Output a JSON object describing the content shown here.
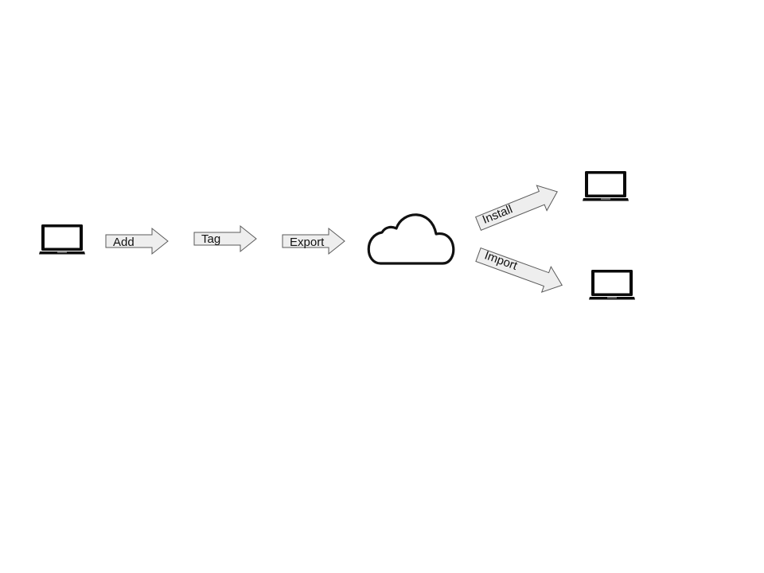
{
  "diagram": {
    "steps": [
      {
        "id": "add",
        "label": "Add"
      },
      {
        "id": "tag",
        "label": "Tag"
      },
      {
        "id": "export",
        "label": "Export"
      },
      {
        "id": "install",
        "label": "Install"
      },
      {
        "id": "import",
        "label": "Import"
      }
    ],
    "nodes": [
      {
        "id": "source-laptop",
        "icon": "laptop-icon"
      },
      {
        "id": "cloud",
        "icon": "cloud-icon"
      },
      {
        "id": "target-laptop-1",
        "icon": "laptop-icon"
      },
      {
        "id": "target-laptop-2",
        "icon": "laptop-icon"
      }
    ],
    "colors": {
      "arrow_fill": "#eeeeee",
      "arrow_stroke": "#5a5a5a",
      "icon": "#0a0a0a"
    }
  }
}
